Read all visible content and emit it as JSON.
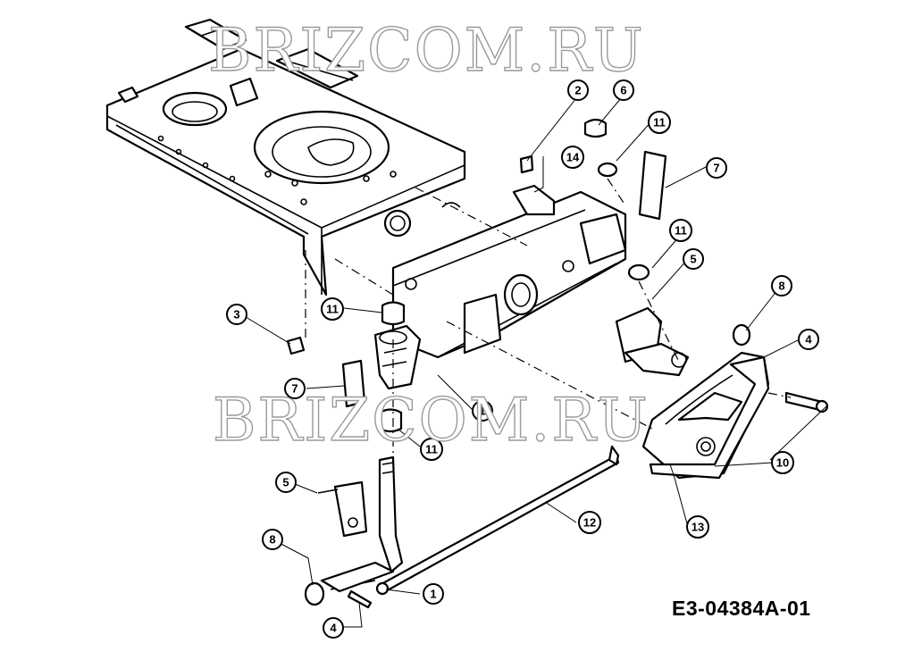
{
  "watermarks": [
    "BRIZCOM.RU",
    "BRIZCOM.RU"
  ],
  "reference_code": "E3-04384A-01",
  "callouts": [
    {
      "id": "c-2",
      "label": "2"
    },
    {
      "id": "c-6",
      "label": "6"
    },
    {
      "id": "c-14",
      "label": "14"
    },
    {
      "id": "c-11a",
      "label": "11"
    },
    {
      "id": "c-7a",
      "label": "7"
    },
    {
      "id": "c-11b",
      "label": "11"
    },
    {
      "id": "c-5a",
      "label": "5"
    },
    {
      "id": "c-8a",
      "label": "8"
    },
    {
      "id": "c-4a",
      "label": "4"
    },
    {
      "id": "c-3",
      "label": "3"
    },
    {
      "id": "c-11c",
      "label": "11"
    },
    {
      "id": "c-7b",
      "label": "7"
    },
    {
      "id": "c-1a",
      "label": "1"
    },
    {
      "id": "c-11d",
      "label": "11"
    },
    {
      "id": "c-10",
      "label": "10"
    },
    {
      "id": "c-5b",
      "label": "5"
    },
    {
      "id": "c-12",
      "label": "12"
    },
    {
      "id": "c-13",
      "label": "13"
    },
    {
      "id": "c-8b",
      "label": "8"
    },
    {
      "id": "c-1b",
      "label": "1"
    },
    {
      "id": "c-4b",
      "label": "4"
    }
  ]
}
